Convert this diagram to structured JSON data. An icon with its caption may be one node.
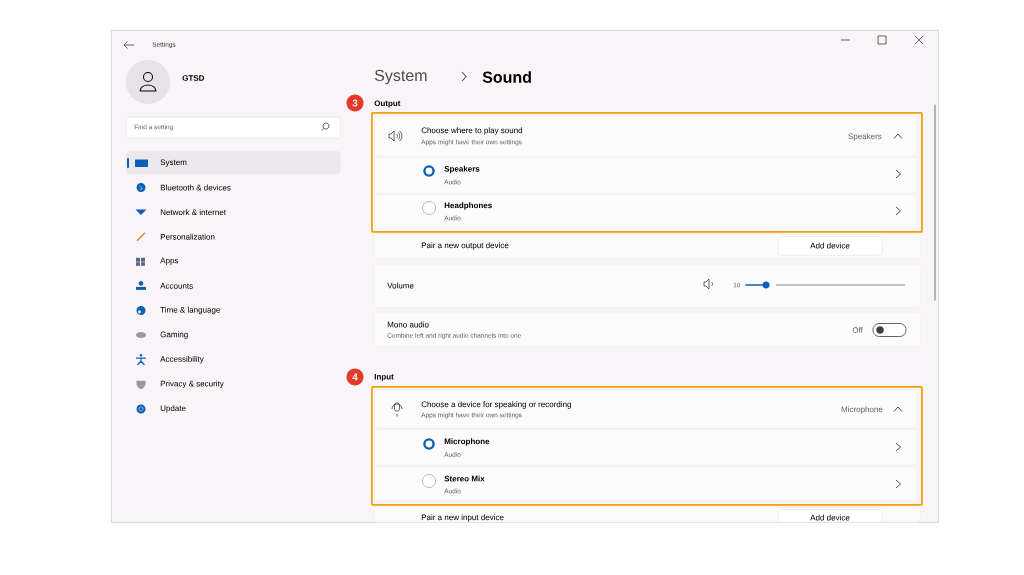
{
  "diagram": {
    "nodes": [
      {
        "text": [
          "Settings"
        ]
      },
      {
        "text": [
          "Find a setting"
        ],
        "in": 0
      },
      {
        "text": [
          "System"
        ],
        "in": 0
      },
      {
        "text": [
          "Output"
        ],
        "beside": [
          "3"
        ],
        "in": 0
      },
      {
        "text": [
          "Choose where to play sound",
          "Apps might have their own settings",
          "Speakers"
        ],
        "in": 3
      },
      {
        "text": [
          "Speakers",
          "Audio"
        ],
        "in": 3
      },
      {
        "text": [
          "Headphones",
          "Audio"
        ],
        "in": 3
      },
      {
        "text": [
          "Pair a new output device"
        ],
        "in": 0
      },
      {
        "text": [
          "Add device"
        ],
        "in": 7
      },
      {
        "text": [
          "Volume",
          "10"
        ],
        "in": 0
      },
      {
        "text": [
          "Mono audio",
          "Combine left and right audio channels into one",
          "Off"
        ],
        "in": 0
      },
      {
        "text": [
          "Input"
        ],
        "beside": [
          "4"
        ],
        "in": 0
      },
      {
        "text": [
          "Choose a device for speaking or recording",
          "Apps might have their own settings",
          "Microphone"
        ],
        "in": 11
      },
      {
        "text": [
          "Microphone",
          "Audio"
        ],
        "in": 11
      },
      {
        "text": [
          "Stereo Mix",
          "Audio"
        ],
        "in": 11
      },
      {
        "text": [
          "Pair a new input device"
        ],
        "in": 0
      },
      {
        "text": [
          "Add device"
        ],
        "in": 15
      }
    ],
    "labels": [
      "GTSD",
      "System",
      "Sound",
      "Bluetooth & devices",
      "Network & internet",
      "Personalization",
      "Apps",
      "Accounts",
      "Time & language",
      "Gaming",
      "Accessibility",
      "Privacy & security",
      "Update"
    ]
  }
}
